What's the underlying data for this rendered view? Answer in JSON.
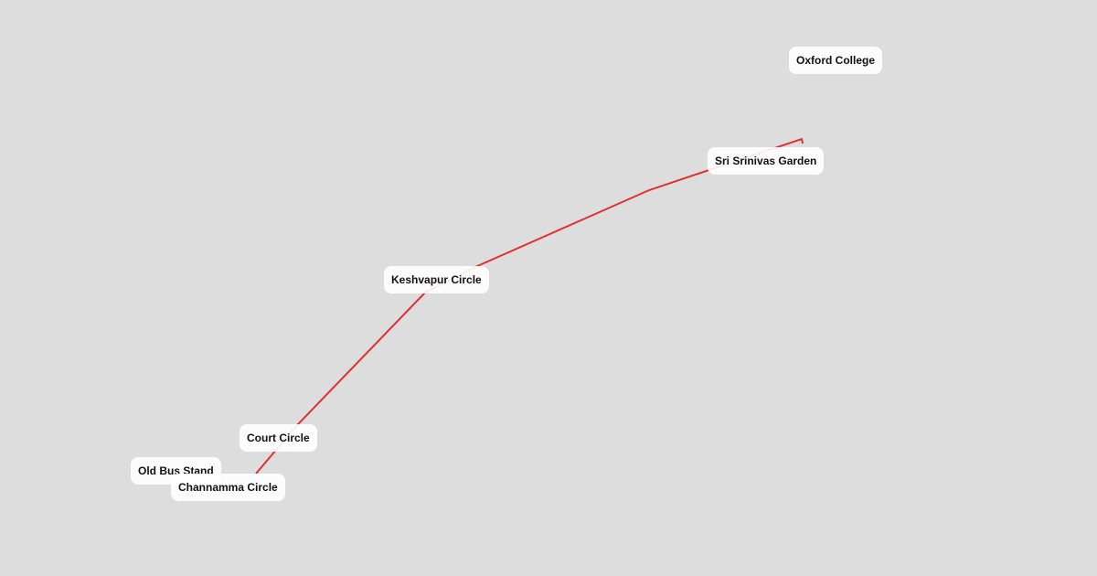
{
  "route": {
    "color": "#e03030"
  },
  "stops": [
    {
      "name": "Old Bus Stand"
    },
    {
      "name": "Channamma Circle"
    },
    {
      "name": "Court Circle"
    },
    {
      "name": "Keshvapur Circle"
    },
    {
      "name": "Sri Srinivas Garden"
    },
    {
      "name": "Oxford College"
    }
  ]
}
